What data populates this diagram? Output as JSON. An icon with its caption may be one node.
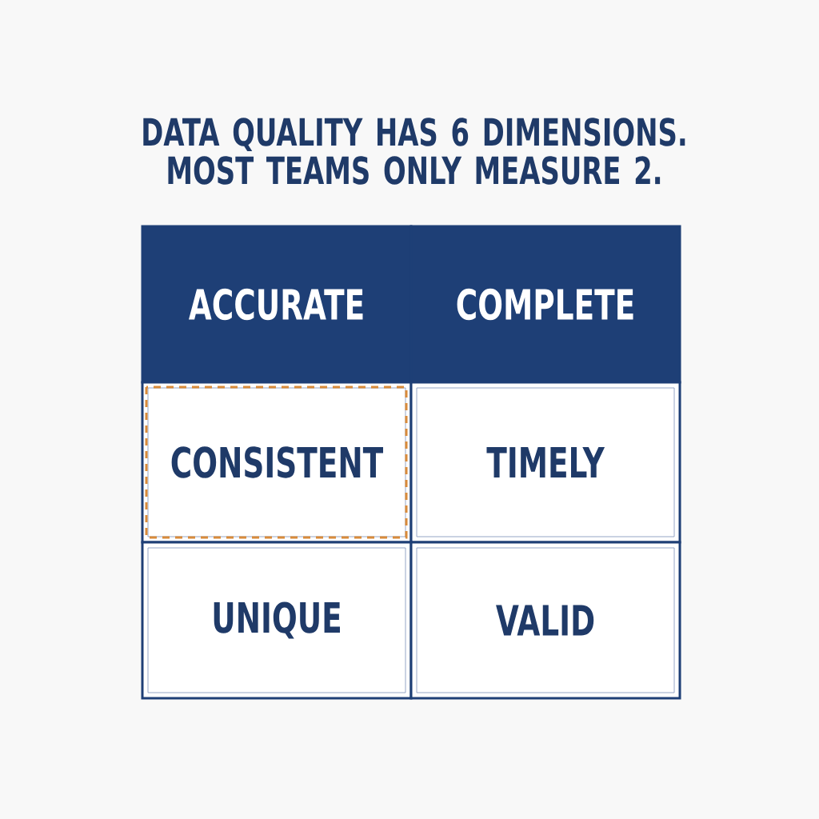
{
  "diagram": {
    "title": "DATA QUALITY HAS 6 DIMENSIONS. MOST TEAMS ONLY MEASURE 2.",
    "nodes": [
      {
        "text": [
          "ACCURATE"
        ]
      },
      {
        "text": [
          "COMPLETE"
        ]
      },
      {
        "text": [
          "CONSISTENT"
        ]
      },
      {
        "text": [
          "TIMELY"
        ]
      },
      {
        "text": [
          "UNIQUE"
        ]
      },
      {
        "text": [
          "VALID"
        ]
      }
    ]
  }
}
